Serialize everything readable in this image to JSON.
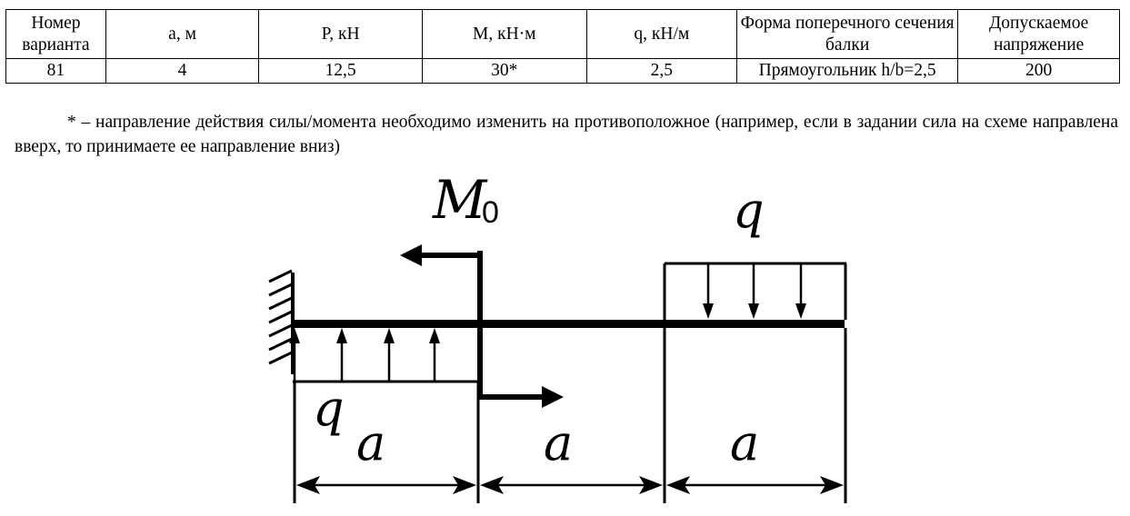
{
  "table": {
    "headers": [
      "Номер варианта",
      "a, м",
      "P, кН",
      "M, кН·м",
      "q, кН/м",
      "Форма поперечного сечения балки",
      "Допускаемое напряжение"
    ],
    "rows": [
      [
        "81",
        "4",
        "12,5",
        "30*",
        "2,5",
        "Прямоугольник h/b=2,5",
        "200"
      ]
    ]
  },
  "note": "* – направление действия силы/момента необходимо изменить на противоположное (например, если в задании сила на схеме направлена вверх, то принимаете ее направление вниз)",
  "diagram": {
    "moment_label": "M",
    "moment_subscript": "0",
    "load_label_top": "q",
    "load_label_bottom": "q",
    "dim_labels": [
      "a",
      "a",
      "a"
    ]
  }
}
